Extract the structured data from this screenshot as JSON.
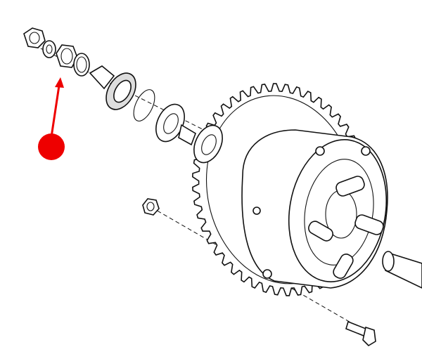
{
  "diagram": {
    "type": "exploded-parts-view",
    "marker": {
      "color": "#ee0000",
      "icon": "red-dot-marker",
      "points_to": "nut"
    },
    "line_color": "#111111",
    "background": "#ffffff"
  }
}
